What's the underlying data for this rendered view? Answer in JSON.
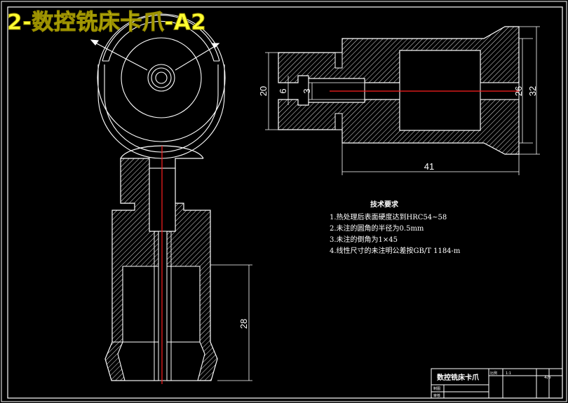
{
  "overlay_title": "2-数控铣床卡爪-A2",
  "dimensions": {
    "overall_height": "20",
    "slot_width": "6",
    "pin_dia": "3",
    "bore_dia": "26",
    "outer_dia": "32",
    "length": "41",
    "depth": "28"
  },
  "tech_requirements": {
    "heading": "技术要求",
    "items": [
      "1.热处理后表面硬度达到HRC54~58",
      "2.未注的圆角的半径为0.5mm",
      "3.未注的倒角为1×45",
      "4.线性尺寸的未注明公差按GB/T 1184-m"
    ]
  },
  "title_block": {
    "part_name": "数控铣床卡爪",
    "scale_label": "比例",
    "scale_value": "1:1",
    "sheet": "4/6",
    "row_label_1": "制图",
    "row_label_2": "审核"
  },
  "colors": {
    "line": "#ffffff",
    "center_line": "#ff2020",
    "title": "#ffff33",
    "background": "#000000"
  }
}
